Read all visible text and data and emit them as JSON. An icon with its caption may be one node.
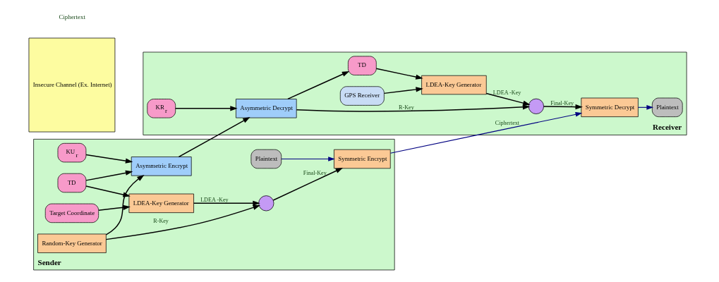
{
  "diagram": {
    "nodes": [
      {
        "text": [
          "Sender"
        ]
      },
      {
        "text": [
          "Plaintext"
        ],
        "in": 0
      },
      {
        "text": [
          "Symmetric Encrypt"
        ],
        "in": 0
      },
      {
        "text": [
          "Target Coordinate"
        ],
        "in": 0
      },
      {
        "text": [],
        "shape": "circle",
        "in": 0
      },
      {
        "text": [
          "LDEA-Key Generator"
        ],
        "in": 0
      },
      {
        "text": [
          "TD"
        ],
        "in": 0
      },
      {
        "text": [
          "Asymmetric Encrypt"
        ],
        "in": 0
      },
      {
        "text": [
          "Random-Key Generator"
        ],
        "in": 0
      },
      {
        "text": [
          "KU$_{r}$"
        ],
        "in": 0
      },
      {
        "text": [
          "Insecure Channel (Ex. Internet)"
        ]
      },
      {
        "text": [
          "Receiver"
        ]
      },
      {
        "text": [
          "Symmetric Decrypt"
        ],
        "in": 11
      },
      {
        "text": [
          "Plaintext"
        ],
        "in": 11
      },
      {
        "text": [
          "GPS Receiver"
        ],
        "in": 11
      },
      {
        "text": [
          "LDEA-Key Generator"
        ],
        "in": 11
      },
      {
        "text": [],
        "shape": "circle",
        "in": 11
      },
      {
        "text": [
          "TD"
        ],
        "in": 11
      },
      {
        "text": [
          "Asymmetric Decrypt"
        ],
        "in": 11
      },
      {
        "text": [
          "KR$_{r}$"
        ],
        "in": 11
      }
    ],
    "edges": [
      {
        "from": 1,
        "to": 2,
        "arrow": "to",
        "color": "#000080"
      },
      {
        "from": 2,
        "to": 12,
        "arrow": "to",
        "label": "Ciphertext",
        "color": "#000080"
      },
      {
        "from": 3,
        "to": 5,
        "arrow": "to"
      },
      {
        "from": 5,
        "to": 4,
        "arrow": "to",
        "label": "LDEA -Key"
      },
      {
        "from": 4,
        "to": 2,
        "arrow": "to",
        "label": "Final-Key"
      },
      {
        "from": 8,
        "to": 4,
        "arrow": "to",
        "label": "R-Key"
      },
      {
        "from": 8,
        "to": 7,
        "arrow": "to"
      },
      {
        "from": 6,
        "to": 5,
        "arrow": "to"
      },
      {
        "from": 6,
        "to": 7,
        "arrow": "to"
      },
      {
        "from": 9,
        "to": 7,
        "arrow": "to"
      },
      {
        "from": 7,
        "to": 18,
        "arrow": "to"
      },
      {
        "from": 14,
        "to": 15,
        "arrow": "to"
      },
      {
        "from": 18,
        "to": 17,
        "arrow": "to"
      },
      {
        "from": 17,
        "to": 15,
        "arrow": "to"
      },
      {
        "from": 15,
        "to": 16,
        "arrow": "to",
        "label": "LDEA -Key"
      },
      {
        "from": 18,
        "to": 16,
        "arrow": "to",
        "label": "R-Key"
      },
      {
        "from": 16,
        "to": 12,
        "arrow": "to",
        "label": "Final-Key"
      },
      {
        "from": 19,
        "to": 18,
        "arrow": "to"
      },
      {
        "from": 12,
        "to": 13,
        "arrow": "to",
        "color": "#000080"
      }
    ],
    "labels": [
      "Ciphertext"
    ]
  }
}
